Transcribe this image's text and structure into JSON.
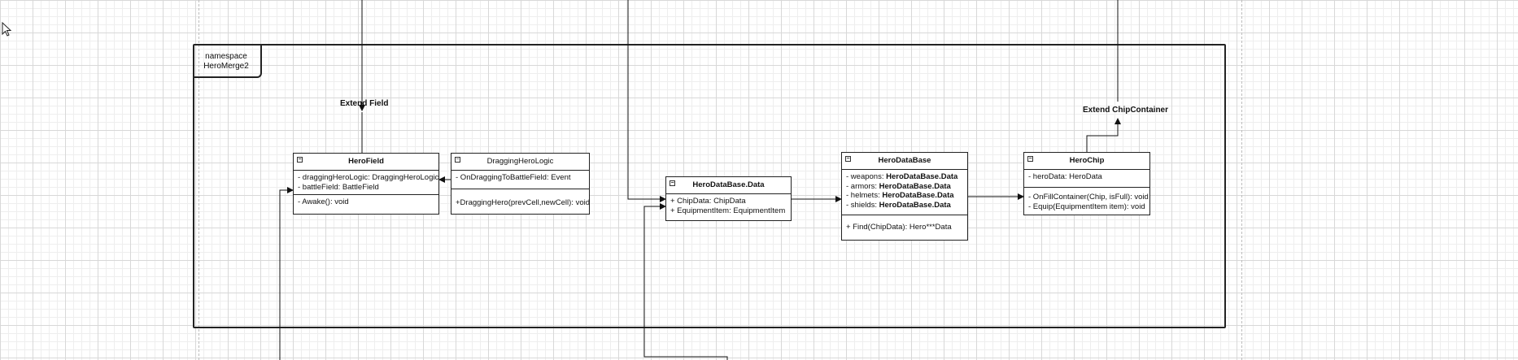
{
  "diagram": {
    "namespace": {
      "line1": "namespace",
      "line2": "HeroMerge2"
    },
    "labels": {
      "extend_field": "Extend Field",
      "extend_chip_container": "Extend ChipContainer"
    },
    "classes": {
      "hero_field": {
        "title": "HeroField",
        "fields": [
          "- draggingHeroLogic: DraggingHeroLogic",
          "- battleField: BattleField"
        ],
        "methods": [
          "- Awake(): void"
        ]
      },
      "dragging_hero_logic": {
        "title": "DraggingHeroLogic",
        "fields": [
          "- OnDraggingToBattleField: Event"
        ],
        "methods": [
          "+DraggingHero(prevCell,newCell): void"
        ]
      },
      "hero_database_data": {
        "title": "HeroDataBase.Data",
        "fields": [
          "+ ChipData: ChipData",
          "+ EquipmentItem: EquipmentItem"
        ]
      },
      "hero_database": {
        "title": "HeroDataBase",
        "fields": [
          {
            "name": "- weapons: ",
            "type": "HeroDataBase.Data"
          },
          {
            "name": "- armors: ",
            "type": "HeroDataBase.Data"
          },
          {
            "name": "- helmets: ",
            "type": "HeroDataBase.Data"
          },
          {
            "name": "- shields: ",
            "type": "HeroDataBase.Data"
          }
        ],
        "methods": [
          "+ Find(ChipData): Hero***Data"
        ]
      },
      "hero_chip": {
        "title": "HeroChip",
        "fields": [
          "- heroData: HeroData"
        ],
        "methods": [
          "- OnFillContainer(Chip, isFull): void",
          "- Equip(EquipmentItem item): void"
        ]
      }
    },
    "toggle_glyph": "−"
  }
}
